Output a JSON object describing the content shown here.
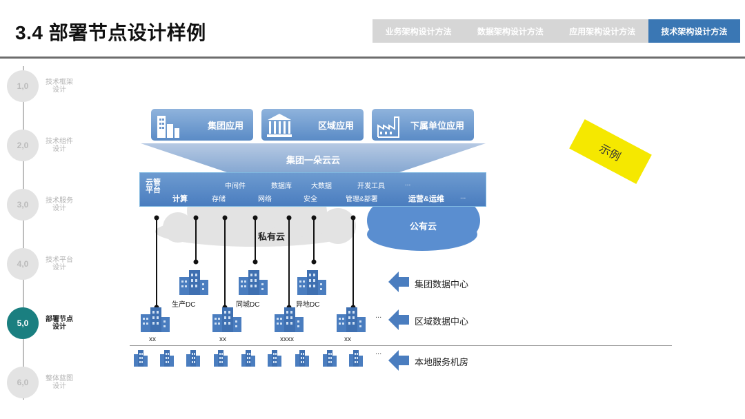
{
  "title": "3.4 部署节点设计样例",
  "tabs": [
    {
      "label": "业务架构设计方法",
      "active": false
    },
    {
      "label": "数据架构设计方法",
      "active": false
    },
    {
      "label": "应用架构设计方法",
      "active": false
    },
    {
      "label": "技术架构设计方法",
      "active": true
    }
  ],
  "steps": [
    {
      "num": "1,0",
      "label": "技术框架设计",
      "active": false
    },
    {
      "num": "2,0",
      "label": "技术组件设计",
      "active": false
    },
    {
      "num": "3,0",
      "label": "技术服务设计",
      "active": false
    },
    {
      "num": "4,0",
      "label": "技术平台设计",
      "active": false
    },
    {
      "num": "5,0",
      "label": "部署节点设计",
      "active": true
    },
    {
      "num": "6,0",
      "label": "整体蓝图设计",
      "active": false
    }
  ],
  "diagram": {
    "apps": [
      "集团应用",
      "区域应用",
      "下属单位应用"
    ],
    "group_cloud": "集团一朵云云",
    "platform": {
      "title": "云管平台",
      "row1": [
        "中间件",
        "数据库",
        "大数据",
        "开发工具",
        "..."
      ],
      "row2": [
        "计算",
        "存储",
        "网络",
        "安全",
        "管理&部署",
        "运营&运维",
        "..."
      ]
    },
    "private_cloud": "私有云",
    "public_cloud": "公有云",
    "dc_labels": [
      "生产DC",
      "同城DC",
      "异地DC"
    ],
    "region_labels": [
      "xx",
      "xx",
      "xxxx",
      "xx"
    ],
    "ellipsis": "...",
    "tiers": [
      "集团数据中心",
      "区域数据中心",
      "本地服务机房"
    ]
  },
  "sample_tag": "示例",
  "colors": {
    "accent": "#3a77b4",
    "active_step": "#1a7f80",
    "building": "#4a7dbf",
    "tag": "#f5e800"
  }
}
